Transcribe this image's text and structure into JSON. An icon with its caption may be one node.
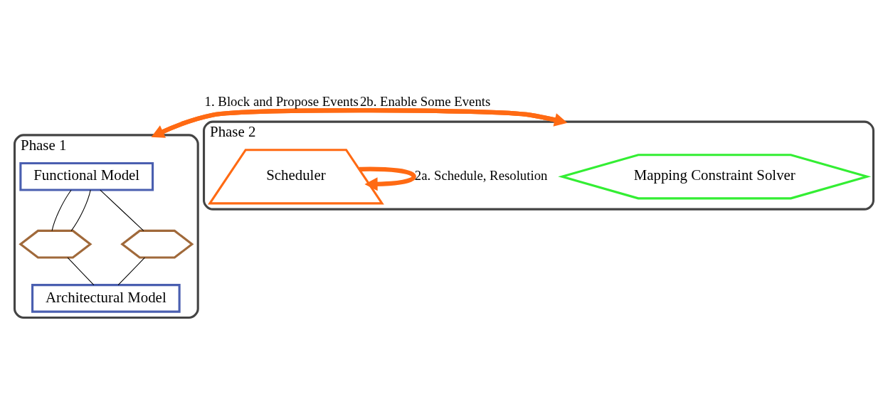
{
  "diagram": {
    "nodes": [
      {
        "text": [
          "Phase 1"
        ]
      },
      {
        "text": [
          "Functional Model"
        ],
        "in": 0
      },
      {
        "text": [],
        "shape": "hexagon",
        "in": 0
      },
      {
        "text": [],
        "shape": "hexagon",
        "in": 0
      },
      {
        "text": [
          "Architectural Model"
        ],
        "in": 0
      },
      {
        "text": [
          "Phase 2"
        ]
      },
      {
        "text": [
          "Mapping Constraint Solver"
        ],
        "in": 5
      },
      {
        "text": [
          "Scheduler"
        ],
        "in": 5
      }
    ],
    "edges": [
      {
        "from": 1,
        "to": 2,
        "arrow": "none"
      },
      {
        "from": 1,
        "to": 2,
        "arrow": "none"
      },
      {
        "from": 1,
        "to": 3,
        "arrow": "none"
      },
      {
        "from": 2,
        "to": 4,
        "arrow": "none"
      },
      {
        "from": 3,
        "to": 4,
        "arrow": "none"
      },
      {
        "from": 0,
        "to": 5,
        "arrow": "to",
        "label": "1. Block and Propose Events",
        "style": "thick",
        "color": "#ff6a13"
      },
      {
        "from": 7,
        "to": 7,
        "arrow": "to",
        "label": "2a. Schedule, Resolution",
        "style": "thick",
        "color": "#ff6a13"
      },
      {
        "from": 5,
        "to": 0,
        "arrow": "to",
        "label": "2b. Enable Some Events",
        "style": "thick",
        "color": "#ff6a13"
      }
    ]
  }
}
